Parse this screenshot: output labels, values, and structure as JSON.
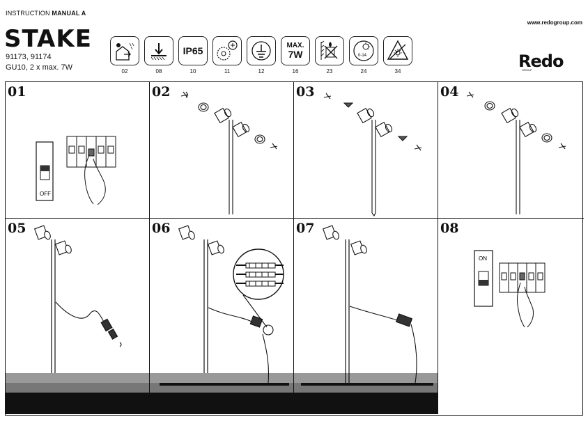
{
  "header": {
    "instruction_prefix": "INSTRUCTION",
    "instruction_bold": "MANUAL A",
    "title": "STAKE",
    "codes": "91173, 91174",
    "subtitle": "GU10, 2 x max. 7W",
    "url": "www.redogroup.com",
    "brand": "Redo",
    "brand_sub": "GROUP"
  },
  "icons": [
    {
      "name": "outdoor-icon",
      "num": "02"
    },
    {
      "name": "ground-install-icon",
      "num": "08"
    },
    {
      "name": "ip-rating-icon",
      "num": "10",
      "text": "IP65"
    },
    {
      "name": "rotate-icon",
      "num": "11"
    },
    {
      "name": "earth-ground-icon",
      "num": "12"
    },
    {
      "name": "max-watt-icon",
      "num": "16",
      "text_top": "MAX.",
      "text_bottom": "7W"
    },
    {
      "name": "no-flammable-icon",
      "num": "23"
    },
    {
      "name": "temperature-icon",
      "num": "24",
      "text": "0-14"
    },
    {
      "name": "hot-warning-icon",
      "num": "34"
    }
  ],
  "steps": [
    {
      "num": "01",
      "label": "OFF"
    },
    {
      "num": "02"
    },
    {
      "num": "03"
    },
    {
      "num": "04"
    },
    {
      "num": "05"
    },
    {
      "num": "06"
    },
    {
      "num": "07"
    },
    {
      "num": "08",
      "label": "ON"
    }
  ]
}
